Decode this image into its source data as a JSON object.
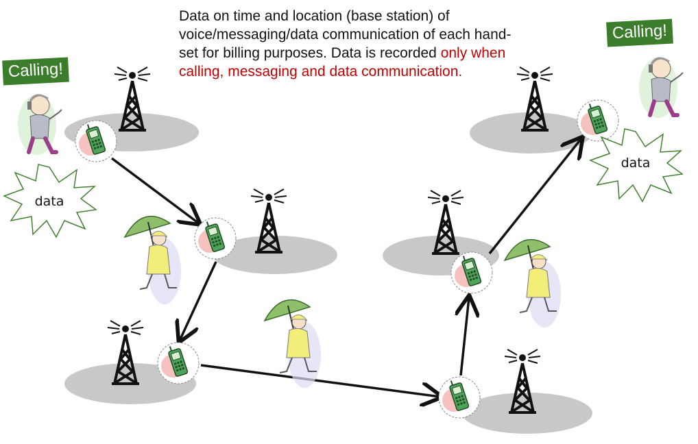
{
  "caption": {
    "text_black": "Data on time and location (base station) of voice/messaging/data communication of each hand-set for billing purposes. Data is recorded",
    "text_red": "only when calling, messaging and data communication."
  },
  "labels": {
    "calling_left": "Calling!",
    "calling_right": "Calling!",
    "data_left": "data",
    "data_right": "data"
  },
  "colors": {
    "text": "#111111",
    "highlight": "#c00000",
    "calling_badge": "#3b7d2a",
    "coverage": "#c8c8c8",
    "phone": "#4fa35a",
    "raincoat": "#f3ee7a",
    "umbrella": "#8fbf6a"
  },
  "icons": [
    "base-station-tower-icon",
    "mobile-handset-icon",
    "walking-person-umbrella-icon",
    "calling-person-icon",
    "data-burst-icon"
  ]
}
